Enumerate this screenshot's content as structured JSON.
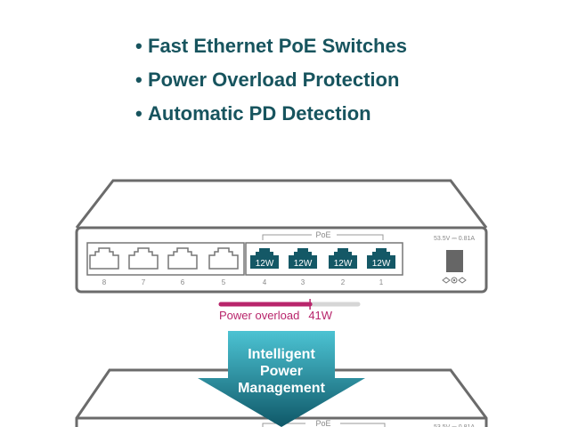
{
  "features": [
    "Fast Ethernet PoE Switches",
    "Power Overload Protection",
    "Automatic PD Detection"
  ],
  "switch": {
    "poe_label": "PoE",
    "power_rating": "53.5V ⎓ 0.81A",
    "ports": [
      {
        "number": "8",
        "poe": false
      },
      {
        "number": "7",
        "poe": false
      },
      {
        "number": "6",
        "poe": false
      },
      {
        "number": "5",
        "poe": false
      },
      {
        "number": "4",
        "poe": true,
        "power": "12W"
      },
      {
        "number": "3",
        "poe": true,
        "power": "12W"
      },
      {
        "number": "2",
        "poe": true,
        "power": "12W"
      },
      {
        "number": "1",
        "poe": true,
        "power": "12W"
      }
    ]
  },
  "overload": {
    "label": "Power overload",
    "value": "41W",
    "fill_fraction": 0.65
  },
  "arrow": {
    "lines": [
      "Intelligent",
      "Power",
      "Management"
    ]
  },
  "colors": {
    "text": "#17545e",
    "poe_port": "#145866",
    "overload": "#b8256b",
    "arrow_top": "#4cc3d3",
    "arrow_bottom": "#0f5868"
  }
}
